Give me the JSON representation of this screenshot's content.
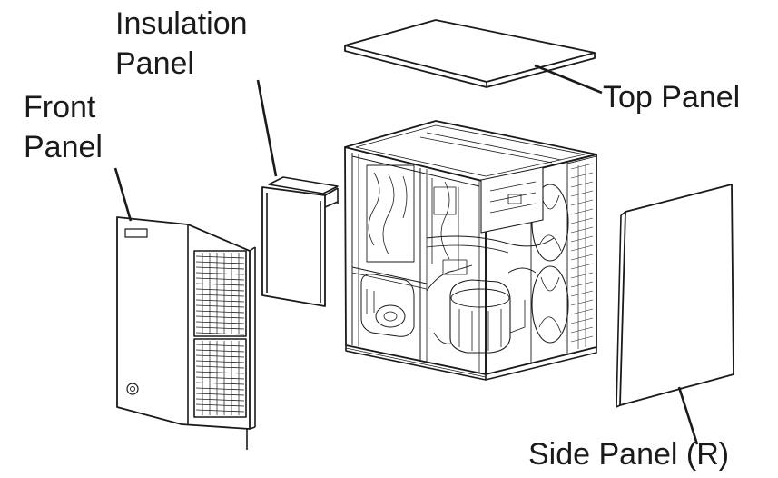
{
  "labels": {
    "insulation_panel": [
      "Insulation",
      "Panel"
    ],
    "front_panel": [
      "Front",
      "Panel"
    ],
    "top_panel": "Top Panel",
    "side_panel": "Side Panel (R)"
  }
}
